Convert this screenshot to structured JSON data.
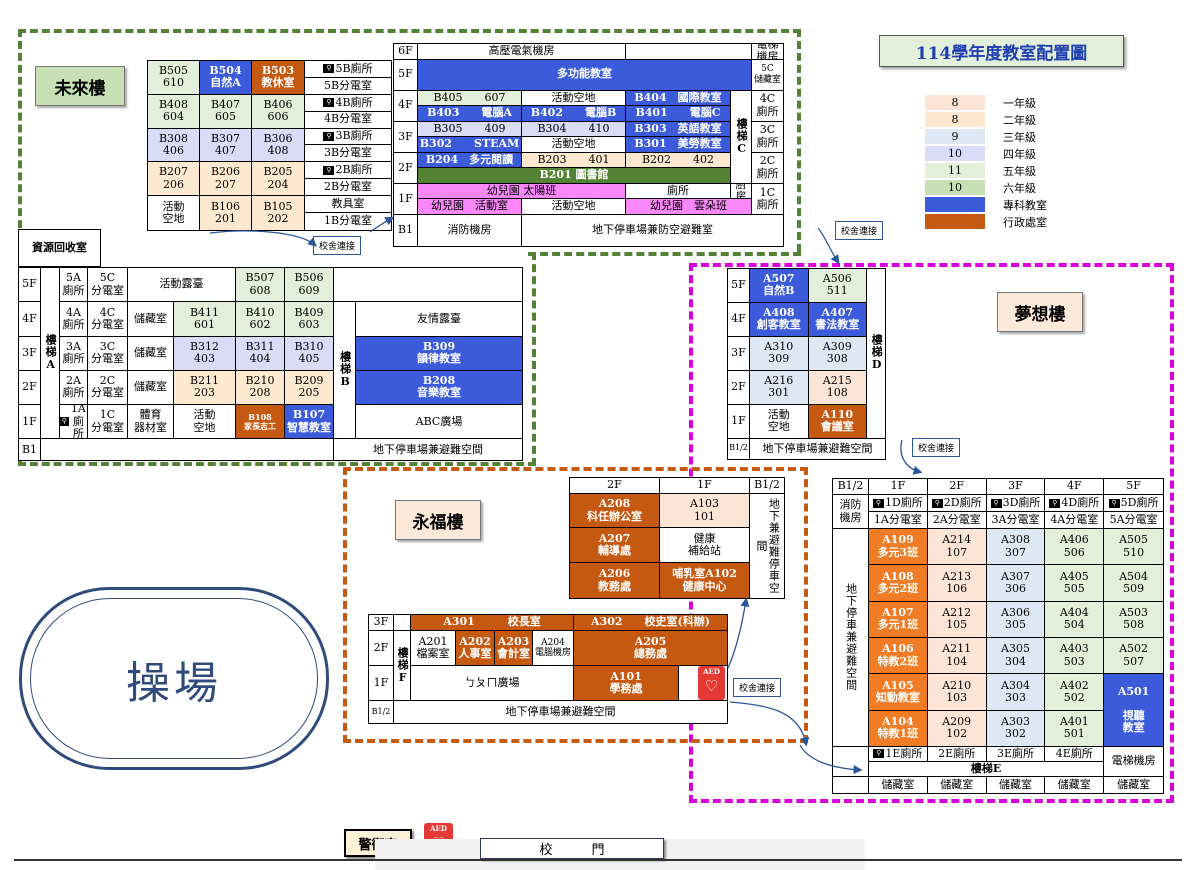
{
  "title": "114學年度教室配置圖",
  "buildings": {
    "future": "未來樓",
    "dream": "夢想樓",
    "yongfu": "永福樓"
  },
  "connector": "校舍連接",
  "recycle": "資源回收室",
  "playground": "操場",
  "guard": "警衛室",
  "gate": "校　　　門",
  "aed": "AED",
  "legend": [
    {
      "num": "8",
      "label": "一年級",
      "color": "#fce4d6"
    },
    {
      "num": "8",
      "label": "二年級",
      "color": "#fde9cf"
    },
    {
      "num": "9",
      "label": "三年級",
      "color": "#dde8f3"
    },
    {
      "num": "10",
      "label": "四年級",
      "color": "#d9dcf7"
    },
    {
      "num": "11",
      "label": "五年級",
      "color": "#e2efda"
    },
    {
      "num": "10",
      "label": "六年級",
      "color": "#c6e0b4"
    },
    {
      "num": "",
      "label": "專科教室",
      "color": "#3b5bdb"
    },
    {
      "num": "",
      "label": "行政處室",
      "color": "#c65911"
    }
  ],
  "b_upper": [
    [
      "B505\n610",
      "B504\n自然A",
      "B503\n教休室",
      "5B廁所",
      "5B分電室"
    ],
    [
      "B408\n604",
      "B407\n605",
      "B406\n606",
      "4B廁所",
      "4B分電室"
    ],
    [
      "B308\n406",
      "B307\n407",
      "B306\n408",
      "3B廁所",
      "3B分電室"
    ],
    [
      "B207\n206",
      "B206\n207",
      "B205\n204",
      "2B廁所",
      "2B分電室"
    ],
    [
      "活動\n空地",
      "B106\n201",
      "B105\n202",
      "教具室",
      "1B分電室"
    ]
  ],
  "c_block": {
    "f6": [
      "6F",
      "高壓電氣機房",
      "電梯機房"
    ],
    "f5": [
      "5F",
      "多功能教室",
      "5C\n儲藏室"
    ],
    "f4a": [
      "B405　　607",
      "活動空地",
      "B404　國際教室"
    ],
    "f4b": [
      "B403　　電腦A",
      "B402　　電腦B",
      "B401　　電腦C"
    ],
    "f4": [
      "4F",
      "4C\n廁所"
    ],
    "f3a": [
      "B305　　409",
      "B304　　410",
      "B303　英語教室"
    ],
    "f3b": [
      "B302　　STEAM",
      "活動空地",
      "B301　美勞教室"
    ],
    "f3": [
      "3F",
      "3C\n廁所"
    ],
    "f2a": [
      "B204　多元閱讀",
      "B203　　401",
      "B202　　402"
    ],
    "f2b": "B201 圖書館",
    "f2": [
      "2F",
      "2C\n廁所"
    ],
    "f1a": [
      "幼兒園 太陽班",
      "廁所",
      "廚房"
    ],
    "f1b": [
      "幼兒園　活動室",
      "活動空地",
      "幼兒園　雲朵班"
    ],
    "f1": [
      "1F",
      "1C\n廁所"
    ],
    "b1": [
      "B1",
      "消防機房",
      "地下停車場兼防空避難室"
    ],
    "stair": "樓梯C"
  },
  "b_lower": {
    "floors": [
      "5F",
      "4F",
      "3F",
      "2F",
      "1F",
      "B1"
    ],
    "stairA": "樓梯A",
    "stairB": "樓梯B",
    "rows": [
      [
        "5A\n廁所",
        "5C\n分電室",
        "活動露臺",
        "B507\n608",
        "B506\n609"
      ],
      [
        "4A\n廁所",
        "4C\n分電室",
        "儲藏室",
        "B411\n601",
        "B410\n602",
        "B409\n603",
        "友情露臺"
      ],
      [
        "3A\n廁所",
        "3C\n分電室",
        "儲藏室",
        "B312\n403",
        "B311\n404",
        "B310\n405",
        "B309\n韻律教室"
      ],
      [
        "2A\n廁所",
        "2C\n分電室",
        "儲藏室",
        "B211\n203",
        "B210\n208",
        "B209\n205",
        "B208\n音樂教室"
      ],
      [
        "1A\n廁所",
        "1C\n分電室",
        "體育\n器材室",
        "活動\n空地",
        "B108\n家長志工",
        "B107\n智慧教室",
        "ABC廣場"
      ]
    ],
    "b1": "地下停車場兼避難空間"
  },
  "d_block": {
    "rows": [
      [
        "5F",
        "A507\n自然B",
        "A506\n511"
      ],
      [
        "4F",
        "A408\n創客教室",
        "A407\n書法教室"
      ],
      [
        "3F",
        "A310\n309",
        "A309\n308"
      ],
      [
        "2F",
        "A216\n301",
        "A215\n108"
      ],
      [
        "1F",
        "活動\n空地",
        "A110\n會議室"
      ]
    ],
    "stair": "樓梯D",
    "b12": [
      "B1/2",
      "地下停車場兼避難空間"
    ]
  },
  "a_block": {
    "head": [
      "2F",
      "1F",
      "B1/2"
    ],
    "rows": [
      [
        "A208\n科任辦公室",
        "A103\n101"
      ],
      [
        "A207\n輔導處",
        "健康\n補給站"
      ],
      [
        "A206\n教務處",
        "哺乳室A102\n健康中心"
      ]
    ],
    "b12": "地下兼避難停車空間"
  },
  "f_block": {
    "f3": [
      "3F",
      "A301　　　校長室",
      "A302　　校史室(科辦)"
    ],
    "f2": [
      "2F",
      "A201\n檔案室",
      "A202\n人事室",
      "A203\n會計室",
      "A204\n電腦機房",
      "A205\n總務處"
    ],
    "f1": [
      "1F",
      "ㄅㄆㄇ廣場",
      "A101\n學務處"
    ],
    "b12": [
      "B1/2",
      "地下停車場兼避難空間"
    ],
    "stair": "樓梯F"
  },
  "e_block": {
    "head": [
      "B1/2",
      "1F",
      "2F",
      "3F",
      "4F",
      "5F"
    ],
    "fire": "消防\n機房",
    "toilets": [
      "1D廁所",
      "2D廁所",
      "3D廁所",
      "4D廁所",
      "5D廁所"
    ],
    "elec": [
      "1A分電室",
      "2A分電室",
      "3A分電室",
      "4A分電室",
      "5A分電室"
    ],
    "park": "地下停車兼避難空間",
    "rows": [
      [
        "A109\n多元3班",
        "A214\n107",
        "A308\n307",
        "A406\n506",
        "A505\n510"
      ],
      [
        "A108\n多元2班",
        "A213\n106",
        "A307\n306",
        "A405\n505",
        "A504\n509"
      ],
      [
        "A107\n多元1班",
        "A212\n105",
        "A306\n305",
        "A404\n504",
        "A503\n508"
      ],
      [
        "A106\n特教2班",
        "A211\n104",
        "A305\n304",
        "A403\n503",
        "A502\n507"
      ],
      [
        "A105\n知動教室",
        "A210\n103",
        "A304\n303",
        "A402\n502"
      ],
      [
        "A104\n特教1班",
        "A209\n102",
        "A303\n302",
        "A401\n501"
      ]
    ],
    "a501": "A501\n\n視聽\n教室",
    "etoilets": [
      "1E廁所",
      "2E廁所",
      "3E廁所",
      "4E廁所"
    ],
    "stair": "樓梯E",
    "elevator": "電梯機房",
    "storage": [
      "儲藏室",
      "儲藏室",
      "儲藏室",
      "儲藏室",
      "儲藏室"
    ]
  }
}
